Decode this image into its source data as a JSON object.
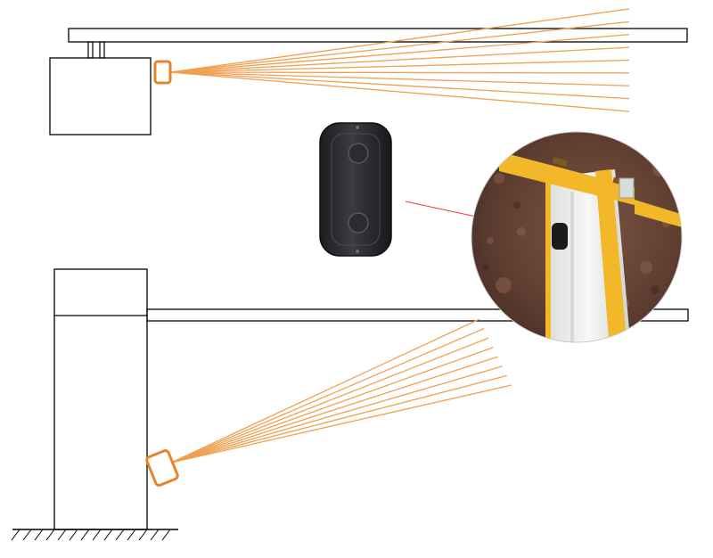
{
  "colors": {
    "background": "#ffffff",
    "line": "#000000",
    "beam": "#f0a050",
    "sensor_outline": "#e8832a",
    "sensor_body": "#2a2c30",
    "gate_yellow": "#f2b82a",
    "post_white": "#eef0ee",
    "soil": "#6e4a3a",
    "leader": "#ff3030"
  },
  "diagram": {
    "top_setup": {
      "ray_count": 9,
      "beam_spread": "fan-right"
    },
    "bottom_setup": {
      "ray_count": 8,
      "beam_spread": "fan-up-right"
    },
    "radar_sensor": {
      "icon": "radar-sensor-icon"
    },
    "photo_inset": {
      "icon": "barrier-gate-photo"
    }
  }
}
